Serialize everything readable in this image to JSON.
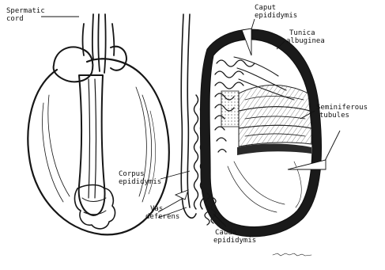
{
  "labels": {
    "spermatic_cord": [
      "Spermatic",
      "cord"
    ],
    "caput_epididymis": [
      "Caput",
      "epididymis"
    ],
    "tunica_albuginea": [
      "Tunica",
      "albuginea"
    ],
    "seminiferous_tubules": [
      "Seminiferous",
      "tubules"
    ],
    "corpus_epididymis": [
      "Corpus",
      "epididymis"
    ],
    "vas_deferens": [
      "Vas",
      "deferens"
    ],
    "cauda_epididymis": [
      "Cauda",
      "epididymis"
    ]
  }
}
